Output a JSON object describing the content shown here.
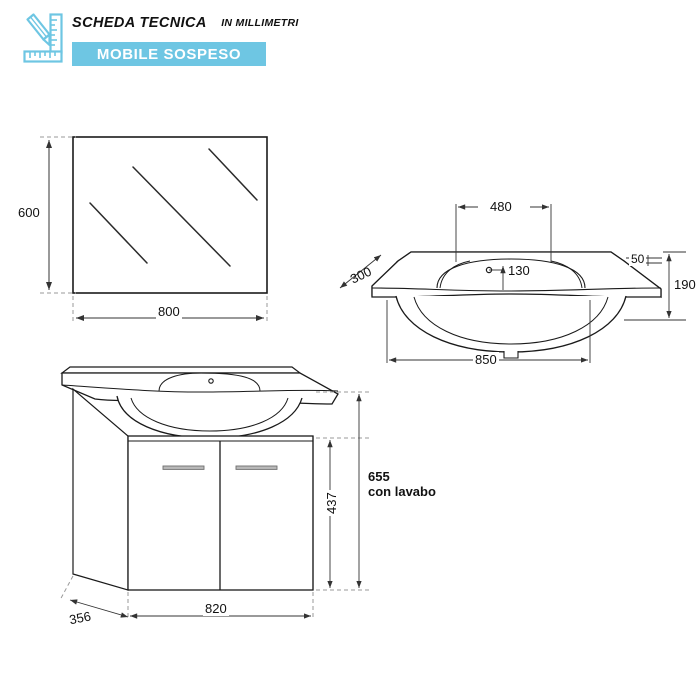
{
  "header": {
    "logo_icon": "pencil-ruler-icon",
    "title": "SCHEDA TECNICA",
    "subtitle": "IN MILLIMETRI",
    "banner_label": "MOBILE SOSPESO",
    "banner_color": "#6ec6e3",
    "text_color": "#111111"
  },
  "drawings": {
    "mirror": {
      "name": "mirror-elevation",
      "height_label": "600",
      "width_label": "800"
    },
    "washbasin": {
      "name": "washbasin-perspective",
      "inner_width_label": "480",
      "depth_label": "300",
      "hole_offset_label": "130",
      "rim_thickness_label": "50",
      "total_height_label": "190",
      "total_width_label": "850"
    },
    "cabinet": {
      "name": "cabinet-with-basin",
      "total_height_label": "655",
      "total_height_note": "con lavabo",
      "cabinet_height_label": "437",
      "depth_label": "356",
      "width_label": "820"
    }
  },
  "line_colors": {
    "outline": "#1a1a1a",
    "dimension": "#333333",
    "dashed": "#9a9a9a",
    "handle": "#8a8a8a"
  }
}
